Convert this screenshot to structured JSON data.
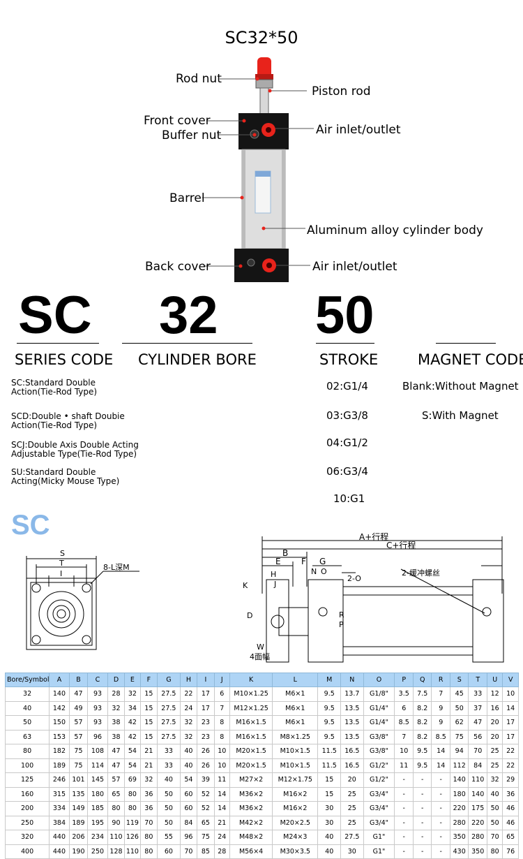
{
  "title": "SC32*50",
  "callouts": {
    "rod_nut": "Rod nut",
    "piston_rod": "Piston rod",
    "front_cover": "Front cover",
    "buffer_nut": "Buffer nut",
    "air_inlet_top": "Air inlet/outlet",
    "barrel": "Barrel",
    "aluminum_body": "Aluminum alloy cylinder body",
    "back_cover": "Back cover",
    "air_inlet_bottom": "Air inlet/outlet"
  },
  "model_code": {
    "series": "SC",
    "bore": "32",
    "stroke": "50",
    "series_label": "SERIES CODE",
    "bore_label": "CYLINDER BORE",
    "stroke_label": "STROKE",
    "magnet_label": "MAGNET CODE"
  },
  "series_options": [
    {
      "line1": "SC:Standard Double",
      "line2": "Action(Tie-Rod Type)"
    },
    {
      "line1": "SCD:Double • shaft Doubie",
      "line2": "Action(Tie-Rod Type)"
    },
    {
      "line1": "SCJ:Double Axis Double Acting",
      "line2": "Adjustable Type(Tie-Rod Type)"
    },
    {
      "line1": "SU:Standard Double",
      "line2": "Acting(Micky Mouse Type)"
    }
  ],
  "stroke_options": [
    "02:G1/4",
    "03:G3/8",
    "04:G1/2",
    "06:G3/4",
    "10:G1"
  ],
  "magnet_options": [
    "Blank:Without Magnet",
    "S:With Magnet"
  ],
  "section_title": "SC",
  "drawing_labels": {
    "S": "S",
    "T": "T",
    "I": "I",
    "8L": "8-L深M",
    "A": "A+行程",
    "C": "C+行程",
    "B": "B",
    "E": "E",
    "F": "F",
    "G": "G",
    "N": "N",
    "O": "O",
    "2O": "2-O",
    "H": "H",
    "J": "J",
    "K": "K",
    "D": "D",
    "W": "W",
    "4face": "4面幅",
    "RP": "R",
    "P": "P",
    "buffer": "2-缓冲螺丝"
  },
  "table": {
    "headers": [
      "Bore/Symbol",
      "A",
      "B",
      "C",
      "D",
      "E",
      "F",
      "G",
      "H",
      "I",
      "J",
      "K",
      "L",
      "M",
      "N",
      "O",
      "P",
      "Q",
      "R",
      "S",
      "T",
      "U",
      "V"
    ],
    "rows": [
      [
        "32",
        "140",
        "47",
        "93",
        "28",
        "32",
        "15",
        "27.5",
        "22",
        "17",
        "6",
        "M10×1.25",
        "M6×1",
        "9.5",
        "13.7",
        "G1/8\"",
        "3.5",
        "7.5",
        "7",
        "45",
        "33",
        "12",
        "10"
      ],
      [
        "40",
        "142",
        "49",
        "93",
        "32",
        "34",
        "15",
        "27.5",
        "24",
        "17",
        "7",
        "M12×1.25",
        "M6×1",
        "9.5",
        "13.5",
        "G1/4\"",
        "6",
        "8.2",
        "9",
        "50",
        "37",
        "16",
        "14"
      ],
      [
        "50",
        "150",
        "57",
        "93",
        "38",
        "42",
        "15",
        "27.5",
        "32",
        "23",
        "8",
        "M16×1.5",
        "M6×1",
        "9.5",
        "13.5",
        "G1/4\"",
        "8.5",
        "8.2",
        "9",
        "62",
        "47",
        "20",
        "17"
      ],
      [
        "63",
        "153",
        "57",
        "96",
        "38",
        "42",
        "15",
        "27.5",
        "32",
        "23",
        "8",
        "M16×1.5",
        "M8×1.25",
        "9.5",
        "13.5",
        "G3/8\"",
        "7",
        "8.2",
        "8.5",
        "75",
        "56",
        "20",
        "17"
      ],
      [
        "80",
        "182",
        "75",
        "108",
        "47",
        "54",
        "21",
        "33",
        "40",
        "26",
        "10",
        "M20×1.5",
        "M10×1.5",
        "11.5",
        "16.5",
        "G3/8\"",
        "10",
        "9.5",
        "14",
        "94",
        "70",
        "25",
        "22"
      ],
      [
        "100",
        "189",
        "75",
        "114",
        "47",
        "54",
        "21",
        "33",
        "40",
        "26",
        "10",
        "M20×1.5",
        "M10×1.5",
        "11.5",
        "16.5",
        "G1/2\"",
        "11",
        "9.5",
        "14",
        "112",
        "84",
        "25",
        "22"
      ],
      [
        "125",
        "246",
        "101",
        "145",
        "57",
        "69",
        "32",
        "40",
        "54",
        "39",
        "11",
        "M27×2",
        "M12×1.75",
        "15",
        "20",
        "G1/2\"",
        "-",
        "-",
        "-",
        "140",
        "110",
        "32",
        "29"
      ],
      [
        "160",
        "315",
        "135",
        "180",
        "65",
        "80",
        "36",
        "50",
        "60",
        "52",
        "14",
        "M36×2",
        "M16×2",
        "15",
        "25",
        "G3/4\"",
        "-",
        "-",
        "-",
        "180",
        "140",
        "40",
        "36"
      ],
      [
        "200",
        "334",
        "149",
        "185",
        "80",
        "80",
        "36",
        "50",
        "60",
        "52",
        "14",
        "M36×2",
        "M16×2",
        "30",
        "25",
        "G3/4\"",
        "-",
        "-",
        "-",
        "220",
        "175",
        "50",
        "46"
      ],
      [
        "250",
        "384",
        "189",
        "195",
        "90",
        "119",
        "70",
        "50",
        "84",
        "65",
        "21",
        "M42×2",
        "M20×2.5",
        "30",
        "25",
        "G3/4\"",
        "-",
        "-",
        "-",
        "280",
        "220",
        "50",
        "46"
      ],
      [
        "320",
        "440",
        "206",
        "234",
        "110",
        "126",
        "80",
        "55",
        "96",
        "75",
        "24",
        "M48×2",
        "M24×3",
        "40",
        "27.5",
        "G1\"",
        "-",
        "-",
        "-",
        "350",
        "280",
        "70",
        "65"
      ],
      [
        "400",
        "440",
        "190",
        "250",
        "128",
        "110",
        "80",
        "60",
        "70",
        "85",
        "28",
        "M56×4",
        "M30×3.5",
        "40",
        "30",
        "G1\"",
        "-",
        "-",
        "-",
        "430",
        "350",
        "80",
        "76"
      ]
    ]
  },
  "colors": {
    "table_header": "#aed4f5",
    "accent_blue": "#8ab8e8",
    "cap_red": "#e8231b"
  }
}
